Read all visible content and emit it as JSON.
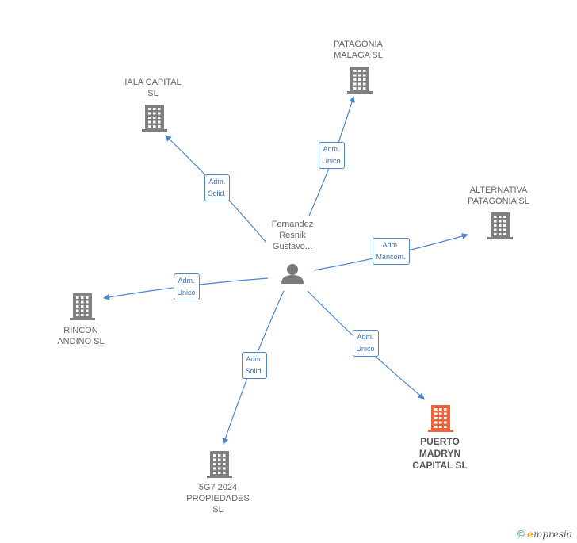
{
  "center": {
    "label": "Fernandez\nResnik\nGustavo...",
    "icon": "person-icon"
  },
  "nodes": [
    {
      "id": "patagonia-malaga",
      "label": "PATAGONIA\nMALAGA  SL",
      "icon": "building-icon",
      "highlight": false
    },
    {
      "id": "iala-capital",
      "label": "IALA CAPITAL\nSL",
      "icon": "building-icon",
      "highlight": false
    },
    {
      "id": "alternativa-patagonia",
      "label": "ALTERNATIVA\nPATAGONIA  SL",
      "icon": "building-icon",
      "highlight": false
    },
    {
      "id": "rincon-andino",
      "label": "RINCON\nANDINO  SL",
      "icon": "building-icon",
      "highlight": false
    },
    {
      "id": "puerto-madryn",
      "label": "PUERTO\nMADRYN\nCAPITAL  SL",
      "icon": "building-icon",
      "highlight": true
    },
    {
      "id": "5g7-2024",
      "label": "5G7 2024\nPROPIEDADES\nSL",
      "icon": "building-icon",
      "highlight": false
    }
  ],
  "edges": [
    {
      "to": "patagonia-malaga",
      "label": "Adm.\nUnico"
    },
    {
      "to": "iala-capital",
      "label": "Adm.\nSolid."
    },
    {
      "to": "alternativa-patagonia",
      "label": "Adm.\nMancom."
    },
    {
      "to": "rincon-andino",
      "label": "Adm.\nUnico"
    },
    {
      "to": "puerto-madryn",
      "label": "Adm.\nUnico"
    },
    {
      "to": "5g7-2024",
      "label": "Adm.\nSolid."
    }
  ],
  "colors": {
    "edge": "#4a86d4",
    "building": "#808080",
    "highlight": "#f0643c",
    "person": "#7a7a7a"
  },
  "watermark": {
    "symbol": "©",
    "brand_first": "e",
    "brand_rest": "mpresia"
  }
}
